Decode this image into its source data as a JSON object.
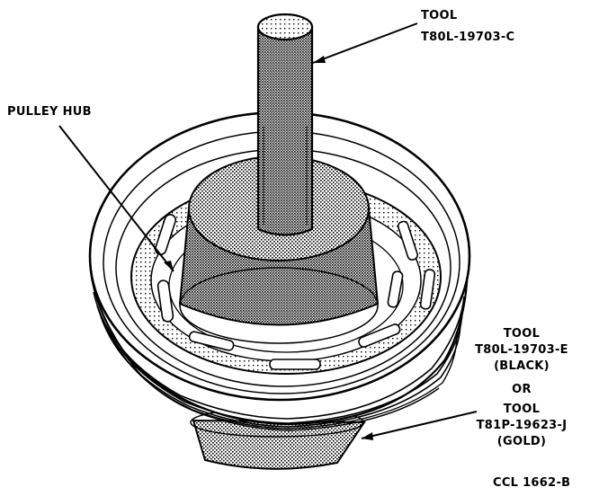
{
  "labels": {
    "tool_top_line1": "TOOL",
    "tool_top_line2": "T80L-19703-C",
    "pulley_hub": "PULLEY HUB",
    "tool_right_line1": "TOOL",
    "tool_right_line2": "T80L-19703-E",
    "tool_right_line3": "(BLACK)",
    "or": "OR",
    "tool_right_line4": "TOOL",
    "tool_right_line5": "T81P-19623-J",
    "tool_right_line6": "(GOLD)",
    "figure_code": "CCL 1662-B"
  },
  "colors": {
    "ink": "#000000",
    "paper": "#ffffff",
    "stipple": "#7a7a7a"
  }
}
